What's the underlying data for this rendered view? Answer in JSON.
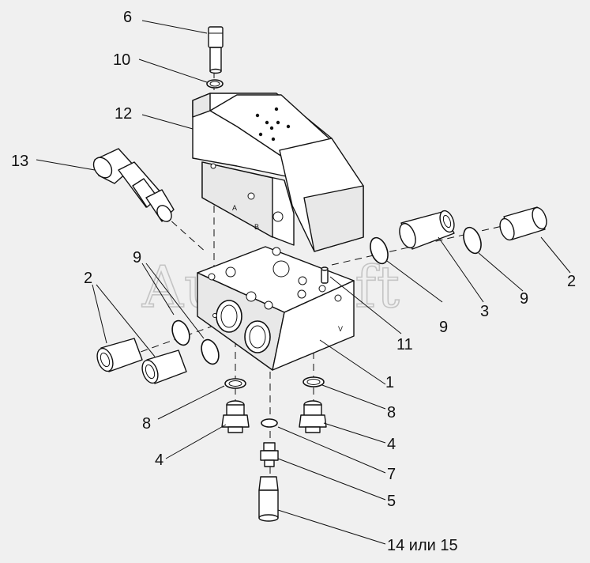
{
  "watermark": "AutoSoft",
  "block_marks": {
    "port_a": "A",
    "port_b": "B",
    "port_v": "V"
  },
  "callouts": {
    "c6": "6",
    "c10": "10",
    "c12": "12",
    "c13": "13",
    "c9_left": "9",
    "c2_left": "2",
    "c2_right": "2",
    "c9_right_lower": "9",
    "c3": "3",
    "c9_mid": "9",
    "c11": "11",
    "c1": "1",
    "c8_left": "8",
    "c8_right": "8",
    "c4_left": "4",
    "c4_right": "4",
    "c7": "7",
    "c5": "5",
    "c14_15": "14 или 15"
  }
}
